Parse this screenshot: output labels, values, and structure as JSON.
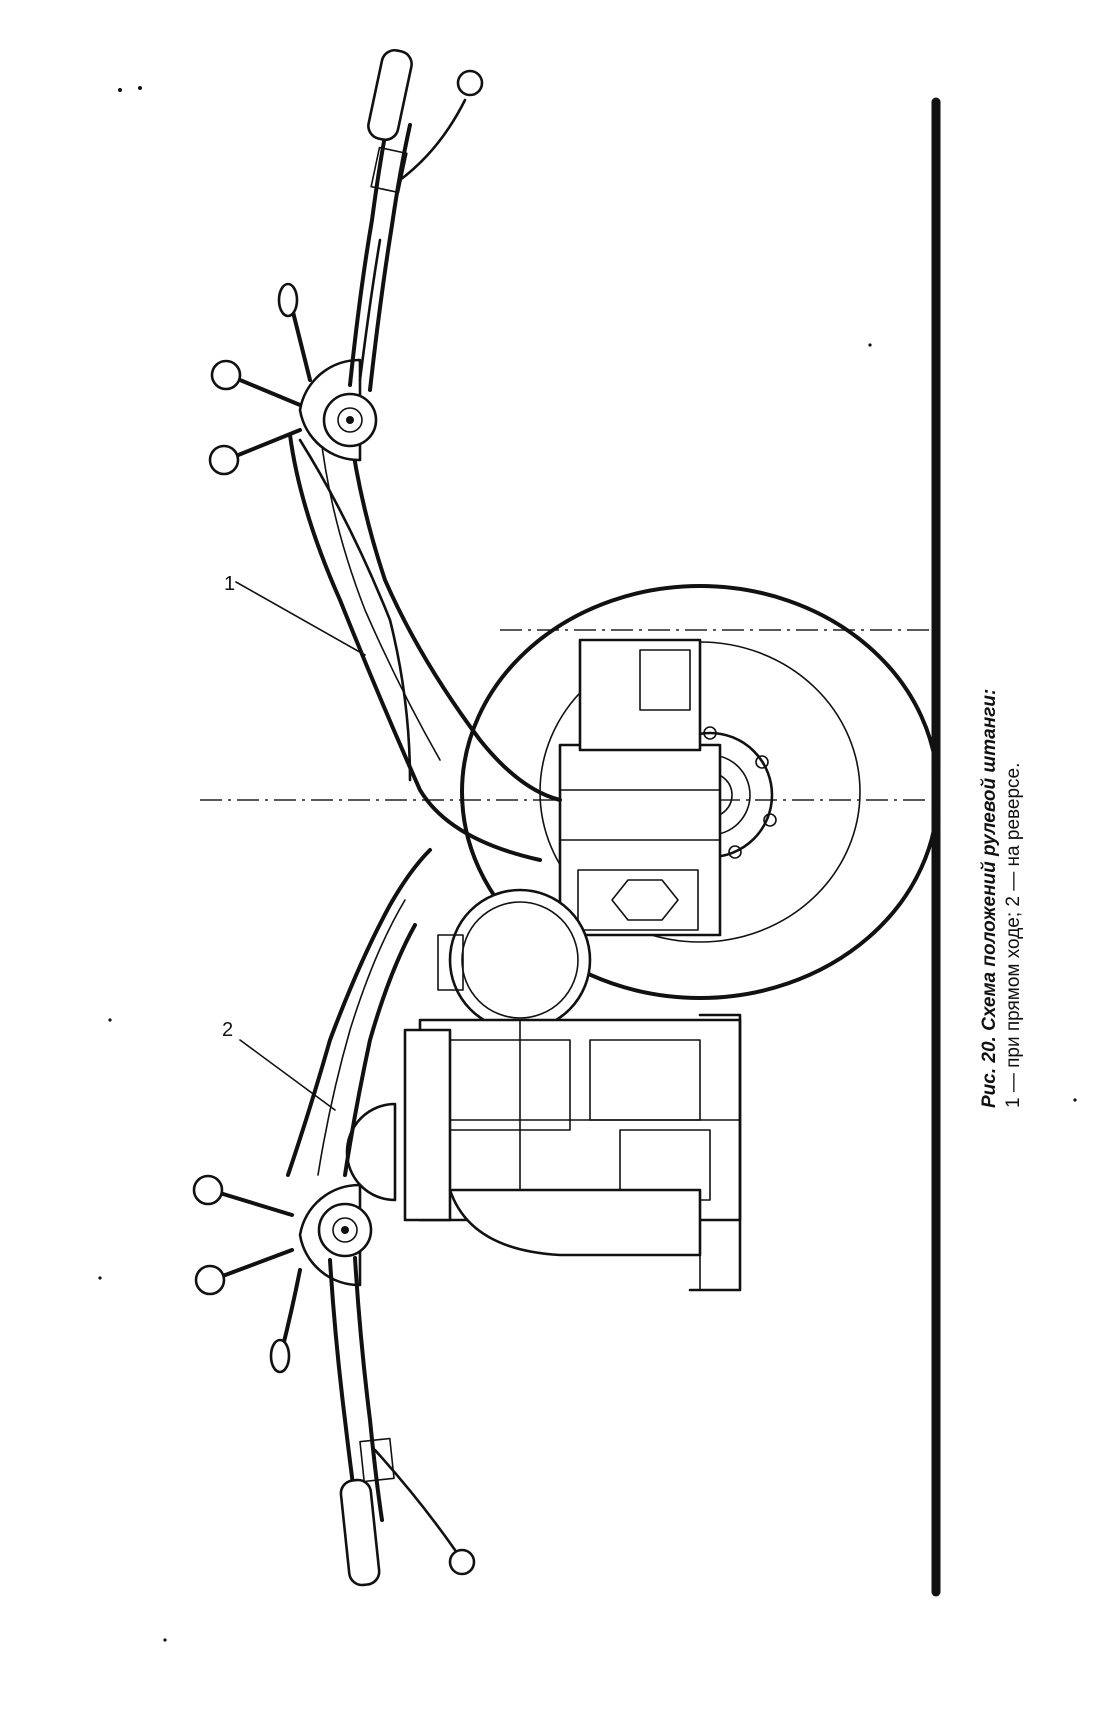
{
  "figure": {
    "callouts": [
      {
        "number": "1"
      },
      {
        "number": "2"
      }
    ],
    "caption": {
      "prefix": "Рис. 20.",
      "title": "Схема положений рулевой штанги:",
      "legend": "1 — при прямом ходе; 2 — на реверсе."
    }
  }
}
